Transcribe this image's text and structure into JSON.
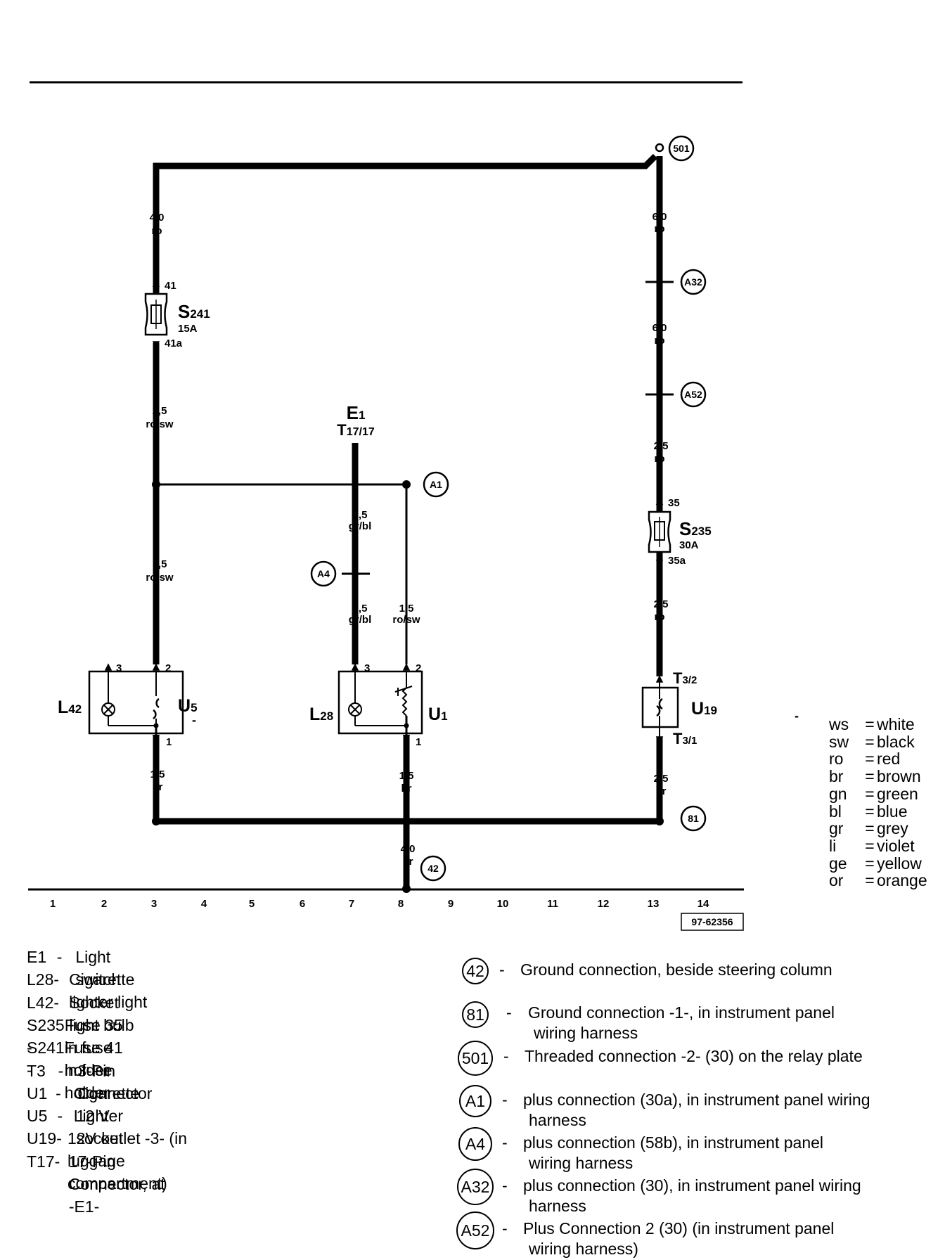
{
  "diagram": {
    "fuses": [
      {
        "id": "S241",
        "name_main": "S",
        "name_sub": "241",
        "rating": "15A",
        "pin_in": "41",
        "pin_out": "41a"
      },
      {
        "id": "S235",
        "name_main": "S",
        "name_sub": "235",
        "rating": "30A",
        "pin_in": "35",
        "pin_out": "35a"
      }
    ],
    "wires": [
      {
        "id": "w1",
        "gauge": "4,0",
        "color": "ro"
      },
      {
        "id": "w2",
        "gauge": "2,5",
        "color": "ro/sw"
      },
      {
        "id": "w3",
        "gauge": "1,5",
        "color": "ro/sw"
      },
      {
        "id": "w4",
        "gauge": "0,5",
        "color": "gr/bl"
      },
      {
        "id": "w5",
        "gauge": "0,5",
        "color": "gr/bl"
      },
      {
        "id": "w6",
        "gauge": "1,5",
        "color": "ro/sw"
      },
      {
        "id": "w7",
        "gauge": "6,0",
        "color": "ro"
      },
      {
        "id": "w8",
        "gauge": "6,0",
        "color": "ro"
      },
      {
        "id": "w9",
        "gauge": "2,5",
        "color": "ro"
      },
      {
        "id": "w10",
        "gauge": "2,5",
        "color": "ro"
      },
      {
        "id": "w11",
        "gauge": "1,5",
        "color": "br"
      },
      {
        "id": "w12",
        "gauge": "1,5",
        "color": "br"
      },
      {
        "id": "w13",
        "gauge": "2,5",
        "color": "br"
      },
      {
        "id": "w14",
        "gauge": "4,0",
        "color": "br"
      }
    ],
    "components": [
      {
        "id": "L42",
        "main": "L",
        "sub": "42"
      },
      {
        "id": "U5",
        "main": "U",
        "sub": "5"
      },
      {
        "id": "L28",
        "main": "L",
        "sub": "28"
      },
      {
        "id": "U1",
        "main": "U",
        "sub": "1"
      },
      {
        "id": "U19",
        "main": "U",
        "sub": "19"
      }
    ],
    "pins": {
      "u5_p3": "3",
      "u5_p2": "2",
      "u5_p1": "1",
      "u1_p3": "3",
      "u1_p2": "2",
      "u1_p1": "1"
    },
    "connectors": {
      "e1_main": "E",
      "e1_sub": "1",
      "e1_t_main": "T",
      "e1_t_sub": "17/17",
      "t32_main": "T",
      "t32_sub": "3/2",
      "t31_main": "T",
      "t31_sub": "3/1"
    },
    "nodes": [
      "501",
      "A32",
      "A52",
      "A1",
      "A4",
      "81",
      "42"
    ],
    "stray_dash": "-",
    "track_numbers": [
      "1",
      "2",
      "3",
      "4",
      "5",
      "6",
      "7",
      "8",
      "9",
      "10",
      "11",
      "12",
      "13",
      "14"
    ],
    "figure_id": "97-62356"
  },
  "color_key": [
    {
      "code": "ws",
      "name": "white"
    },
    {
      "code": "sw",
      "name": "black"
    },
    {
      "code": "ro",
      "name": "red"
    },
    {
      "code": "br",
      "name": "brown"
    },
    {
      "code": "gn",
      "name": "green"
    },
    {
      "code": "bl",
      "name": "blue"
    },
    {
      "code": "gr",
      "name": "grey"
    },
    {
      "code": "li",
      "name": "violet"
    },
    {
      "code": "ge",
      "name": "yellow"
    },
    {
      "code": "or",
      "name": "orange"
    }
  ],
  "component_legend": [
    {
      "code": "E1",
      "desc": "Light switch"
    },
    {
      "code": "L28",
      "desc": "Cigarette lighter light"
    },
    {
      "code": "L42",
      "desc": "Socket light bulb"
    },
    {
      "code": "S235 -",
      "desc": "Fuse 35 in fuse holder"
    },
    {
      "code": "S241 -",
      "desc": "Fuse 41 in fuse holder"
    },
    {
      "code": "T3",
      "desc": "3-Pin Connector"
    },
    {
      "code": "U1",
      "desc": "Cigarette Lighter"
    },
    {
      "code": "U5",
      "desc": "12 V socket"
    },
    {
      "code": "U19",
      "desc": "12V outlet -3- (in luggage compartment)"
    },
    {
      "code": "T17",
      "desc": "17-Pin Connector, at -E1-"
    }
  ],
  "connection_legend": [
    {
      "id": "42",
      "desc": "Ground connection, beside steering column"
    },
    {
      "id": "81",
      "desc": "Ground connection -1-, in instrument panel\nwiring harness"
    },
    {
      "id": "501",
      "desc": "Threaded connection -2- (30) on the relay plate"
    },
    {
      "id": "A1",
      "desc": "plus connection (30a), in instrument panel wiring\nharness"
    },
    {
      "id": "A4",
      "desc": "plus connection (58b), in instrument panel\nwiring harness"
    },
    {
      "id": "A32",
      "desc": "plus connection (30), in instrument panel wiring\nharness"
    },
    {
      "id": "A52",
      "desc": "Plus Connection 2 (30) (in instrument panel\nwiring harness)"
    }
  ]
}
